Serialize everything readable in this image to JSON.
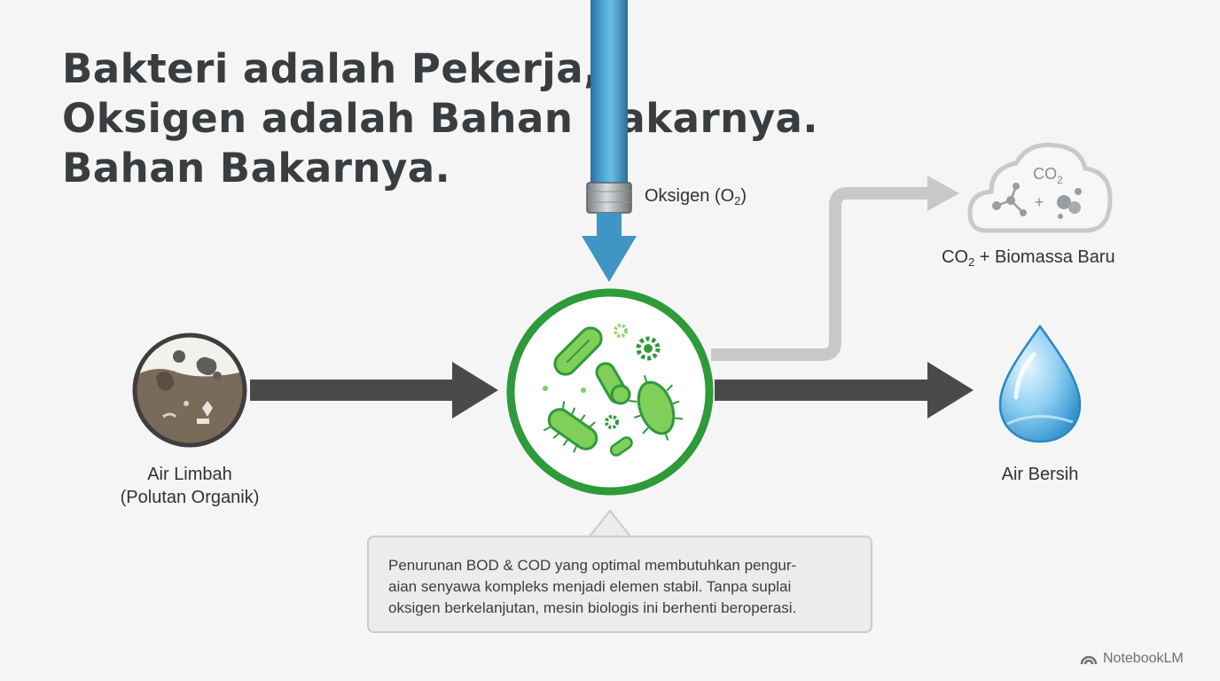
{
  "title": {
    "line1": "Bakteri adalah Pekerja,",
    "line2": "Oksigen adalah Bahan Bakarnya.",
    "line3": "Bahan Bakarnya."
  },
  "oxygen": {
    "label": "Oksigen (O",
    "subscript": "2",
    "suffix": ")"
  },
  "co2_output": {
    "label_prefix": "CO",
    "subscript": "2",
    "label_suffix": " + Biomassa Baru",
    "cloud_text": "CO",
    "cloud_subscript": "2",
    "cloud_plus": "+"
  },
  "wastewater": {
    "line1": "Air Limbah",
    "line2": "(Polutan Organik)"
  },
  "clean_water": {
    "label": "Air Bersih"
  },
  "callout": {
    "line1": "Penurunan BOD & COD yang optimal membutuhkan pengur-",
    "line2": "aian senyawa kompleks menjadi elemen stabil. Tanpa suplai",
    "line3": "oksigen berkelanjutan, mesin biologis ini berhenti beroperasi."
  },
  "watermark": {
    "text": "NotebookLM"
  },
  "icons": [
    "oxygen-pipe-icon",
    "bacteria-icon",
    "wastewater-icon",
    "cloud-icon",
    "water-drop-icon",
    "gear-icon",
    "notebooklm-logo-icon"
  ],
  "colors": {
    "pipe_blue": "#3f95c4",
    "arrow_dark": "#4a4a4a",
    "arrow_gray": "#c8c8c8",
    "bacteria_green": "#2e9a3a",
    "bacteria_light": "#7fcf5a",
    "water_blue": "#5fb6e6",
    "sludge_brown": "#7a6a5a"
  }
}
